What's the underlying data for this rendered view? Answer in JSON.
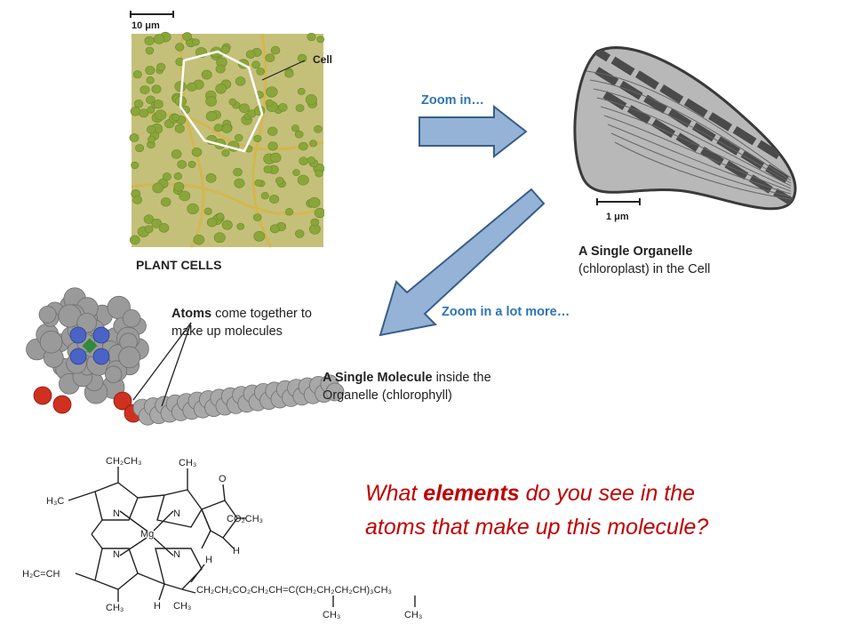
{
  "plant": {
    "scale_label": "10 μm",
    "cell_callout": "Cell",
    "caption": "PLANT CELLS"
  },
  "arrow1": {
    "label": "Zoom in…"
  },
  "organelle": {
    "scale_label": "1 μm",
    "caption_bold": "A Single Organelle",
    "caption_rest": "(chloroplast) in the Cell"
  },
  "arrow2": {
    "label": "Zoom in a lot more…"
  },
  "atoms": {
    "caption_bold": "Atoms",
    "caption_rest_1": " come together to",
    "caption_rest_2": "make up molecules"
  },
  "molecule": {
    "caption_bold": "A Single Molecule",
    "caption_rest_1": " inside the",
    "caption_rest_2": "Organelle (chlorophyll)"
  },
  "question": {
    "part1": "What ",
    "emphasis": "elements",
    "part2": " do you see in the",
    "line2": "atoms that make up this molecule?"
  },
  "structure": {
    "ch2ch3": "CH₂CH₃",
    "ch3_top": "CH₃",
    "h3c": "H₃C",
    "o": "O",
    "co2ch3": "CO₂CH₃",
    "h2c_ch": "H₂C=CH",
    "ch3_bottom": "CH₃",
    "h_a": "H",
    "h_b": "H",
    "h_c": "H",
    "ch3_c": "CH₃",
    "mg": "Mg",
    "n1": "N",
    "n2": "N",
    "n3": "N",
    "n4": "N",
    "tail": "CH₂CH₂CO₂CH₂CH=C(CH₂CH₂CH₂CH)₃CH₃",
    "tail_ch3_a": "CH₃",
    "tail_ch3_b": "CH₃"
  },
  "colors": {
    "arrow_fill": "#95b3d7",
    "arrow_stroke": "#385d8a",
    "question": "#c00000",
    "zoom_label": "#2e74b5",
    "cell_green": "#8fb03a",
    "cell_wall": "#d8b64a"
  }
}
